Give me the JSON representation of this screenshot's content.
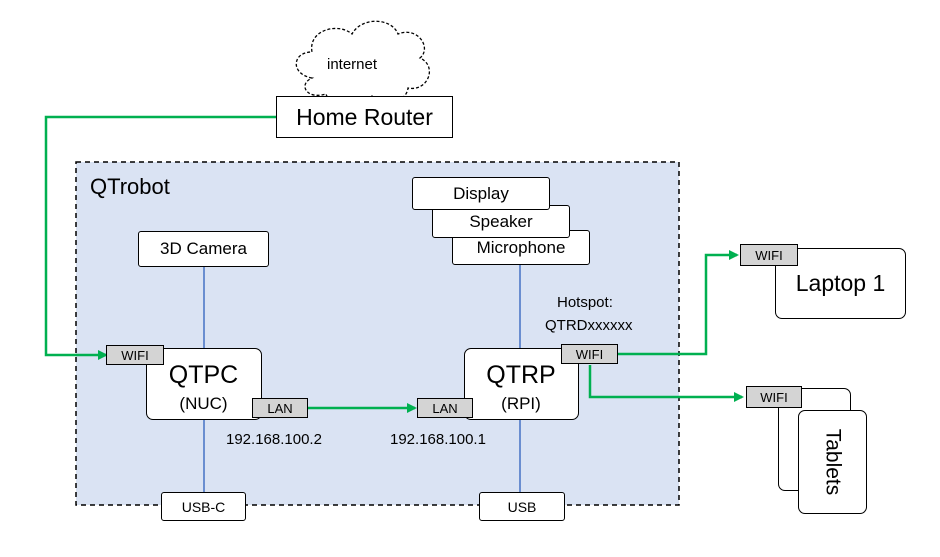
{
  "cloud": {
    "label": "internet"
  },
  "router": {
    "label": "Home Router"
  },
  "robot": {
    "label": "QTrobot"
  },
  "peripherals": {
    "camera": "3D Camera",
    "display": "Display",
    "speaker": "Speaker",
    "microphone": "Microphone"
  },
  "qtpc": {
    "name": "QTPC",
    "sub": "(NUC)",
    "ip": "192.168.100.2",
    "usb": "USB-C"
  },
  "qtrp": {
    "name": "QTRP",
    "sub": "(RPI)",
    "ip": "192.168.100.1",
    "usb": "USB",
    "hotspot_label": "Hotspot:",
    "hotspot_ssid": "QTRDxxxxxx"
  },
  "ports": {
    "wifi": "WIFI",
    "lan": "LAN"
  },
  "clients": {
    "laptop": "Laptop 1",
    "tablets": "Tablets"
  },
  "colors": {
    "robot_bg": "#dae3f3",
    "green_link": "#00b050",
    "blue_link": "#4472c4",
    "port_bg": "#d4d4d4"
  }
}
